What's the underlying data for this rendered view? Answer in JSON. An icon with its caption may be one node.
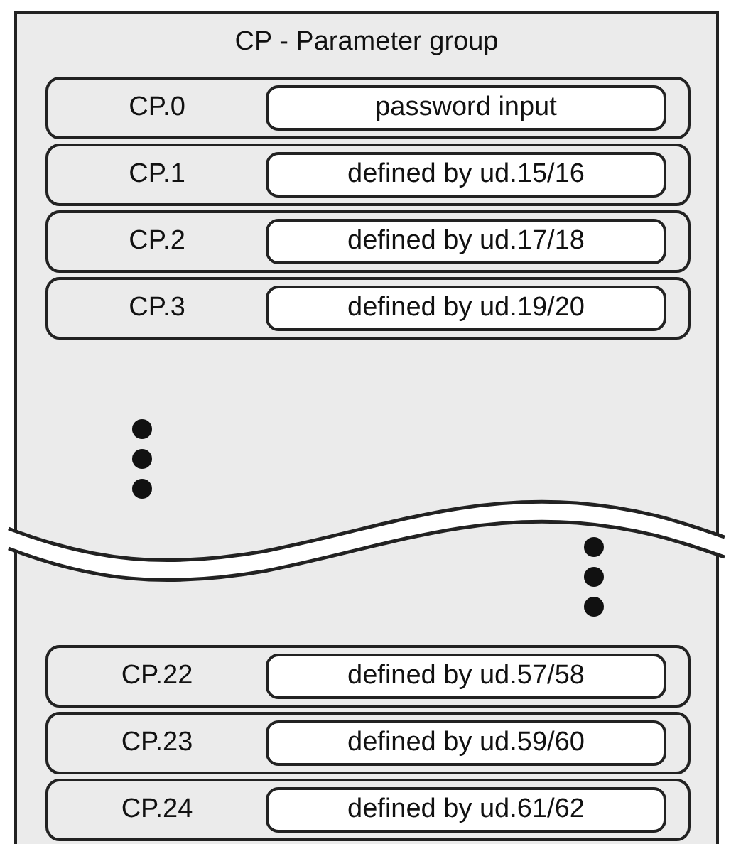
{
  "diagram": {
    "nodes": [
      {
        "text": [
          "CP - Parameter group"
        ]
      },
      {
        "text": [
          "CP.0"
        ],
        "in": 0
      },
      {
        "text": [
          "password input"
        ],
        "in": 1
      },
      {
        "text": [
          "CP.1"
        ],
        "in": 0
      },
      {
        "text": [
          "defined by ud.15/16"
        ],
        "in": 3
      },
      {
        "text": [
          "CP.2"
        ],
        "in": 0
      },
      {
        "text": [
          "defined by ud.17/18"
        ],
        "in": 5
      },
      {
        "text": [
          "CP.3"
        ],
        "in": 0
      },
      {
        "text": [
          "defined by ud.19/20"
        ],
        "in": 7
      },
      {
        "text": [
          "CP.22"
        ],
        "in": 0
      },
      {
        "text": [
          "defined by ud.57/58"
        ],
        "in": 9
      },
      {
        "text": [
          "CP.23"
        ],
        "in": 0
      },
      {
        "text": [
          "defined by ud.59/60"
        ],
        "in": 11
      },
      {
        "text": [
          "CP.24"
        ],
        "in": 0
      },
      {
        "text": [
          "defined by ud.61/62"
        ],
        "in": 13
      }
    ]
  }
}
